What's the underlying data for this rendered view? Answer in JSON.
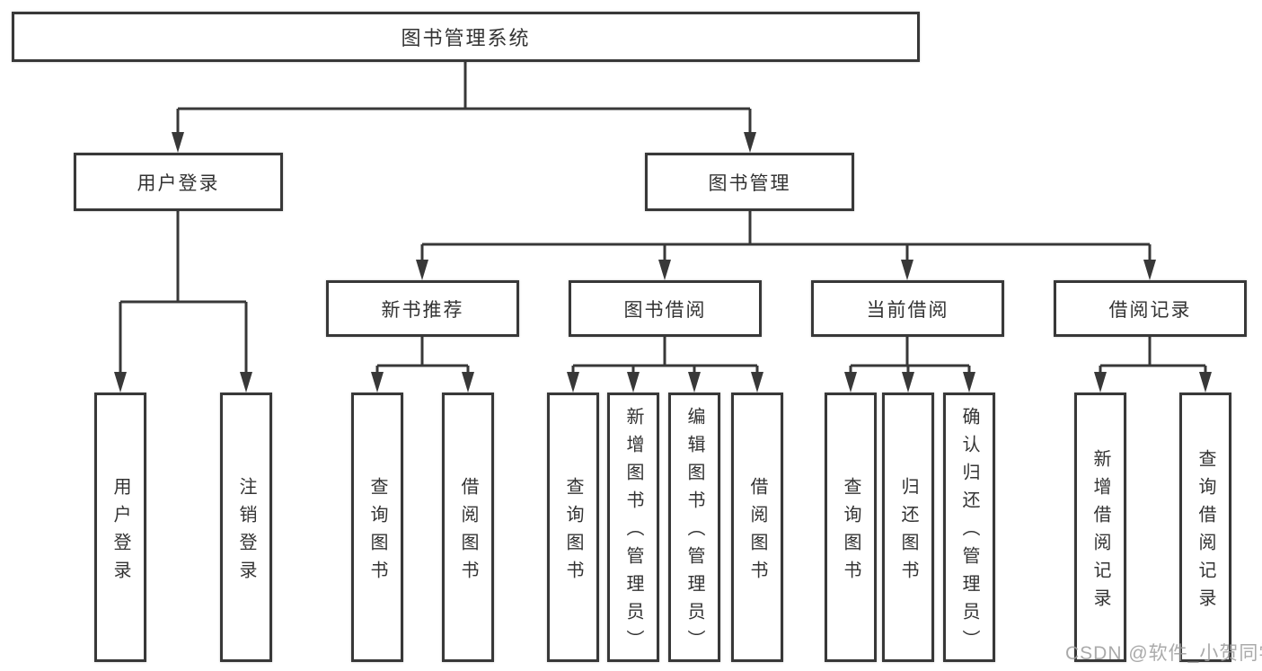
{
  "nodes": {
    "root": {
      "label": "图书管理系统"
    },
    "level2": [
      {
        "label": "用户登录"
      },
      {
        "label": "图书管理"
      }
    ],
    "level3": [
      {
        "label": "新书推荐"
      },
      {
        "label": "图书借阅"
      },
      {
        "label": "当前借阅"
      },
      {
        "label": "借阅记录"
      }
    ],
    "leaves": [
      {
        "label": "用户登录"
      },
      {
        "label": "注销登录"
      },
      {
        "label": "查询图书"
      },
      {
        "label": "借阅图书"
      },
      {
        "label": "查询图书"
      },
      {
        "label": "新增图书（管理员）"
      },
      {
        "label": "编辑图书（管理员）"
      },
      {
        "label": "借阅图书"
      },
      {
        "label": "查询图书"
      },
      {
        "label": "归还图书"
      },
      {
        "label": "确认归还（管理员）"
      },
      {
        "label": "新增借阅记录"
      },
      {
        "label": "查询借阅记录"
      }
    ]
  },
  "watermark": {
    "text": "CSDN @软件_小贺同学"
  },
  "colors": {
    "line": "#383838",
    "box_border": "#383838",
    "text": "#333333",
    "background": "#ffffff",
    "watermark": "#9e9e9e"
  }
}
